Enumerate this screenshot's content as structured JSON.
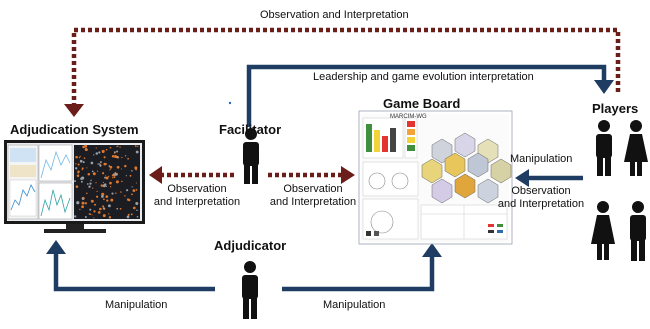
{
  "labels": {
    "observation_top": "Observation and Interpretation",
    "leadership": "Leadership and game evolution interpretation",
    "adjudication_system": "Adjudication System",
    "facilitator": "Facilitator",
    "game_board": "Game Board",
    "players": "Players",
    "obs_left_1": "Observation",
    "obs_left_2": "and Interpretation",
    "obs_mid_1": "Observation",
    "obs_mid_2": "and Interpretation",
    "obs_right_1": "Observation",
    "obs_right_2": "and Interpretation",
    "manipulation_players": "Manipulation",
    "adjudicator": "Adjudicator",
    "manipulation_left": "Manipulation",
    "manipulation_right": "Manipulation",
    "board_logo": "MARCIM-WG"
  },
  "colors": {
    "dotted_arrow": "#6b1d1a",
    "solid_arrow": "#1f3c63",
    "person": "#111111"
  }
}
